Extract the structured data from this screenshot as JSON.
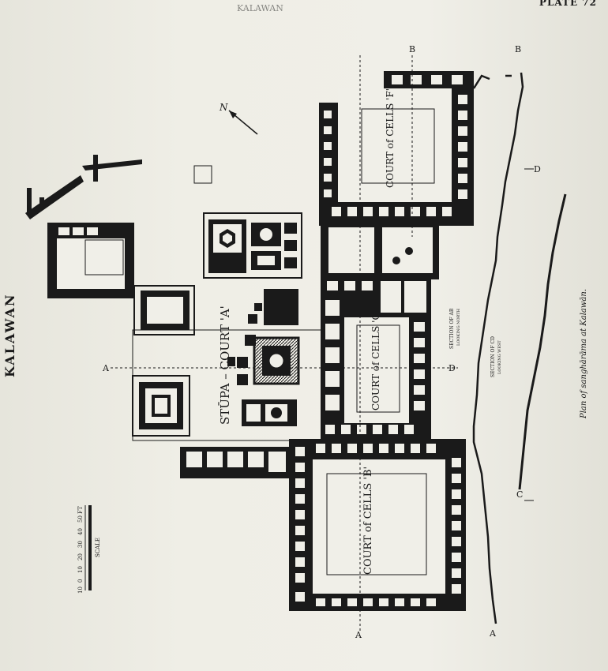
{
  "plate_number": "PLATE 72",
  "site_title": "KALAWAN",
  "header_faint": "KALAWAN",
  "caption": "Plan of sanghārāma at Kalawān.",
  "north_label": "N",
  "courts": {
    "court_f": "COURT of CELLS 'F'",
    "court_c": "COURT of CELLS 'C'",
    "court_b": "COURT of CELLS 'B'",
    "stupa_court_a": "STŪPA – COURT 'A'"
  },
  "sections": {
    "ab_title": "SECTION OF AB",
    "ab_sub": "LOOKING NORTH",
    "cd_title": "SECTION OF CD",
    "cd_sub": "LOOKING WEST"
  },
  "section_markers": {
    "a": "A",
    "b": "B",
    "c": "C",
    "d": "D"
  },
  "scale": {
    "label": "SCALE",
    "ticks": [
      "10",
      "0",
      "10",
      "20",
      "30",
      "40",
      "50 FT"
    ]
  }
}
